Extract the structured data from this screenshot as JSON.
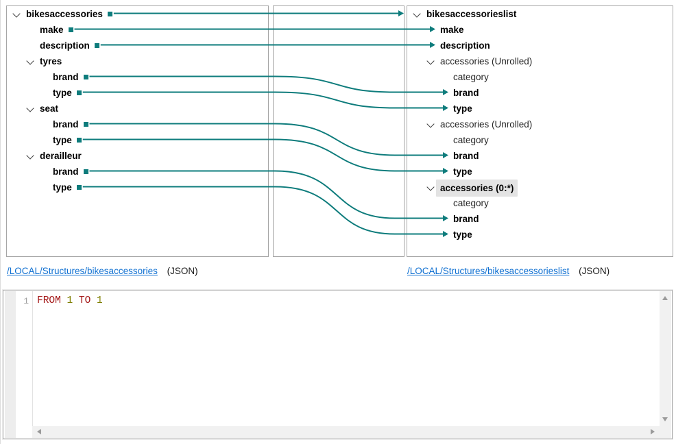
{
  "colors": {
    "accent": "#0e7c7c",
    "link": "#0e6fd1",
    "keyword": "#a31515",
    "number": "#7f7f00",
    "highlight": "#e3e3e3"
  },
  "source_tree": {
    "items": [
      {
        "label": "bikesaccessories",
        "level": 0,
        "expanded": true,
        "bold": true,
        "port": true
      },
      {
        "label": "make",
        "level": 1,
        "expanded": false,
        "bold": true,
        "port": true
      },
      {
        "label": "description",
        "level": 1,
        "expanded": false,
        "bold": true,
        "port": true
      },
      {
        "label": "tyres",
        "level": 1,
        "expanded": true,
        "bold": true,
        "port": false
      },
      {
        "label": "brand",
        "level": 2,
        "expanded": false,
        "bold": true,
        "port": true
      },
      {
        "label": "type",
        "level": 2,
        "expanded": false,
        "bold": true,
        "port": true
      },
      {
        "label": "seat",
        "level": 1,
        "expanded": true,
        "bold": true,
        "port": false
      },
      {
        "label": "brand",
        "level": 2,
        "expanded": false,
        "bold": true,
        "port": true
      },
      {
        "label": "type",
        "level": 2,
        "expanded": false,
        "bold": true,
        "port": true
      },
      {
        "label": "derailleur",
        "level": 1,
        "expanded": true,
        "bold": true,
        "port": false
      },
      {
        "label": "brand",
        "level": 2,
        "expanded": false,
        "bold": true,
        "port": true
      },
      {
        "label": "type",
        "level": 2,
        "expanded": false,
        "bold": true,
        "port": true
      }
    ]
  },
  "target_tree": {
    "items": [
      {
        "label": "bikesaccessorieslist",
        "level": 0,
        "expanded": true,
        "bold": true,
        "highlighted": false
      },
      {
        "label": "make",
        "level": 1,
        "expanded": false,
        "bold": true,
        "highlighted": false
      },
      {
        "label": "description",
        "level": 1,
        "expanded": false,
        "bold": true,
        "highlighted": false
      },
      {
        "label": "accessories (Unrolled)",
        "level": 1,
        "expanded": true,
        "bold": false,
        "highlighted": false
      },
      {
        "label": "category",
        "level": 2,
        "expanded": false,
        "bold": false,
        "highlighted": false
      },
      {
        "label": "brand",
        "level": 2,
        "expanded": false,
        "bold": true,
        "highlighted": false
      },
      {
        "label": "type",
        "level": 2,
        "expanded": false,
        "bold": true,
        "highlighted": false
      },
      {
        "label": "accessories (Unrolled)",
        "level": 1,
        "expanded": true,
        "bold": false,
        "highlighted": false
      },
      {
        "label": "category",
        "level": 2,
        "expanded": false,
        "bold": false,
        "highlighted": false
      },
      {
        "label": "brand",
        "level": 2,
        "expanded": false,
        "bold": true,
        "highlighted": false
      },
      {
        "label": "type",
        "level": 2,
        "expanded": false,
        "bold": true,
        "highlighted": false
      },
      {
        "label": "accessories (0:*)",
        "level": 1,
        "expanded": true,
        "bold": true,
        "highlighted": true
      },
      {
        "label": "category",
        "level": 2,
        "expanded": false,
        "bold": false,
        "highlighted": false
      },
      {
        "label": "brand",
        "level": 2,
        "expanded": false,
        "bold": true,
        "highlighted": false
      },
      {
        "label": "type",
        "level": 2,
        "expanded": false,
        "bold": true,
        "highlighted": false
      }
    ]
  },
  "connections": [
    {
      "from": 0,
      "to": 0,
      "arrow_at_canvas_edge": true
    },
    {
      "from": 1,
      "to": 1,
      "arrow_at_canvas_edge": false
    },
    {
      "from": 2,
      "to": 2,
      "arrow_at_canvas_edge": false
    },
    {
      "from": 4,
      "to": 5,
      "arrow_at_canvas_edge": false
    },
    {
      "from": 5,
      "to": 6,
      "arrow_at_canvas_edge": false
    },
    {
      "from": 7,
      "to": 9,
      "arrow_at_canvas_edge": false
    },
    {
      "from": 8,
      "to": 10,
      "arrow_at_canvas_edge": false
    },
    {
      "from": 10,
      "to": 13,
      "arrow_at_canvas_edge": false
    },
    {
      "from": 11,
      "to": 14,
      "arrow_at_canvas_edge": false
    }
  ],
  "footer_links": {
    "source": {
      "path": "/LOCAL/Structures/bikesaccessories",
      "format": "(JSON)"
    },
    "target": {
      "path": "/LOCAL/Structures/bikesaccessorieslist",
      "format": "(JSON)"
    }
  },
  "editor": {
    "line_number": "1",
    "tokens": [
      {
        "text": "FROM",
        "type": "keyword"
      },
      {
        "text": "1",
        "type": "number"
      },
      {
        "text": "TO",
        "type": "keyword"
      },
      {
        "text": "1",
        "type": "number"
      }
    ]
  }
}
